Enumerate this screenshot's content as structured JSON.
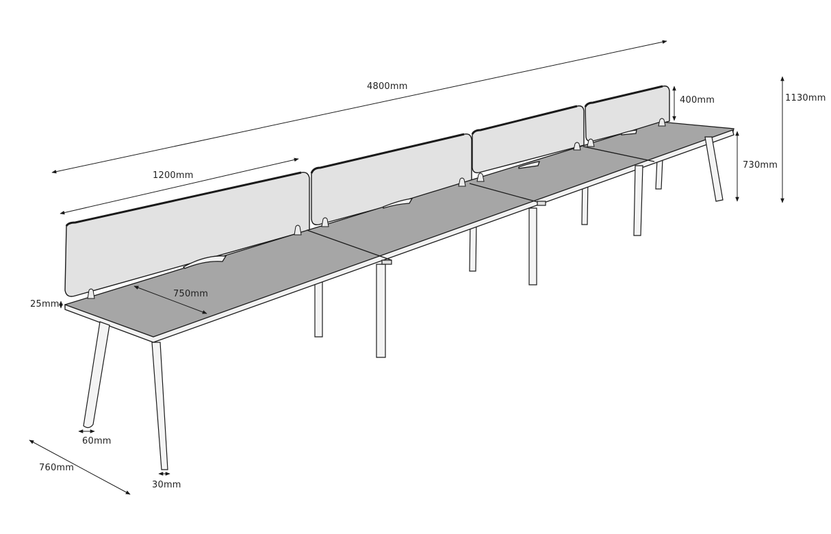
{
  "diagram": {
    "subject": "4-person bench desk with desk-mounted screens",
    "colors": {
      "background": "#ffffff",
      "desktop": "#a6a6a6",
      "desktop_edge": "#f2f2f2",
      "screen": "#e2e2e2",
      "line": "#1a1a1a",
      "leg": "#f4f4f4"
    },
    "dimensions": {
      "total_length": "4800mm",
      "desk_length": "1200mm",
      "screen_height": "400mm",
      "overall_height": "1130mm",
      "desk_height": "730mm",
      "desk_depth_usable": "750mm",
      "top_thickness": "25mm",
      "leg_foot_width": "60mm",
      "overall_depth": "760mm",
      "leg_width": "30mm"
    },
    "desk_count": 4
  }
}
